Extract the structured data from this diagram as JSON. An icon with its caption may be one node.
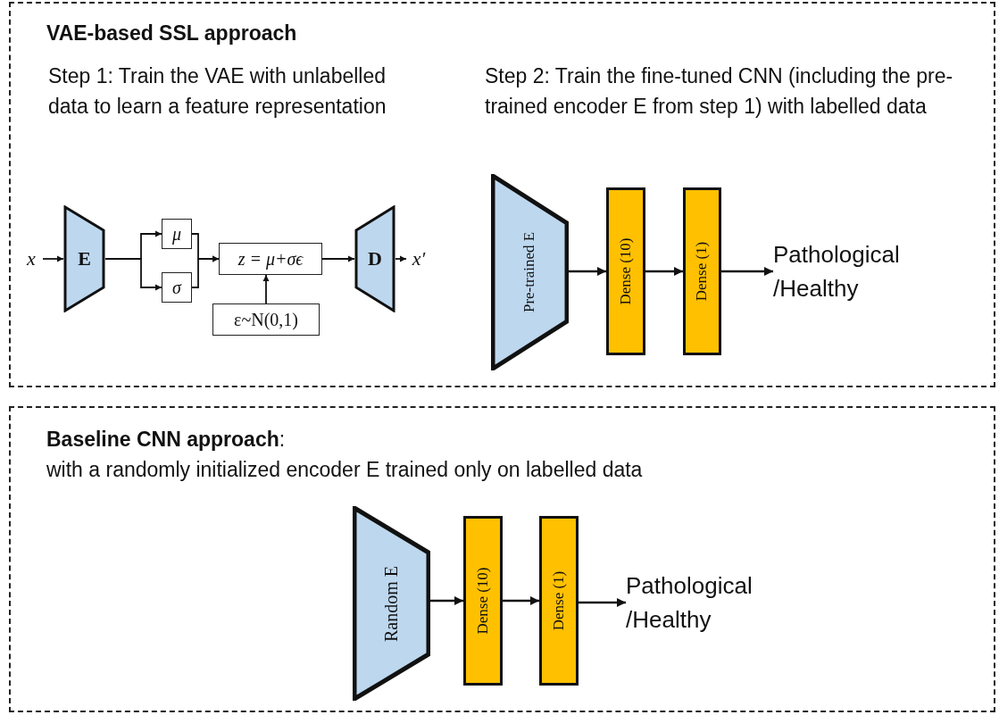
{
  "diagram": {
    "nodes": [
      {
        "text": [
          "VAE-based SSL approach",
          "Step 1: Train the VAE with unlabelled data to learn a feature representation",
          "Step 2: Train the fine-tuned CNN (including the pre-trained encoder E from step 1) with labelled data"
        ]
      },
      {
        "text": [
          "x"
        ],
        "in": 0
      },
      {
        "text": [
          "E"
        ],
        "in": 0
      },
      {
        "text": [
          "μ"
        ],
        "in": 0
      },
      {
        "text": [
          "σ"
        ],
        "in": 0
      },
      {
        "text": [
          "z = μ+σϵ"
        ],
        "in": 0
      },
      {
        "text": [
          "ε~N(0,1)"
        ],
        "in": 0
      },
      {
        "text": [
          "D"
        ],
        "in": 0
      },
      {
        "text": [
          "x′"
        ],
        "in": 0
      },
      {
        "text": [
          "Pre-trained E"
        ],
        "in": 0
      },
      {
        "text": [
          "Dense (10)"
        ],
        "in": 0
      },
      {
        "text": [
          "Dense (1)"
        ],
        "in": 0
      },
      {
        "text": [
          "Pathological /Healthy"
        ],
        "in": 0
      },
      {
        "text": [
          "**Baseline CNN approach**:",
          "with a randomly initialized encoder E trained only on labelled data"
        ]
      },
      {
        "text": [
          "Random E"
        ],
        "in": 13
      },
      {
        "text": [
          "Dense (10)"
        ],
        "in": 13
      },
      {
        "text": [
          "Dense (1)"
        ],
        "in": 13
      },
      {
        "text": [
          "Pathological /Healthy"
        ],
        "in": 13
      }
    ],
    "edges": [
      {
        "from": 1,
        "to": 2,
        "arrow": "to"
      },
      {
        "from": 2,
        "to": 3,
        "arrow": "to"
      },
      {
        "from": 2,
        "to": 4,
        "arrow": "to"
      },
      {
        "from": 3,
        "to": 5,
        "arrow": "to"
      },
      {
        "from": 4,
        "to": 5,
        "arrow": "to"
      },
      {
        "from": 6,
        "to": 5,
        "arrow": "to"
      },
      {
        "from": 5,
        "to": 7,
        "arrow": "to"
      },
      {
        "from": 7,
        "to": 8,
        "arrow": "to"
      },
      {
        "from": 9,
        "to": 10,
        "arrow": "to"
      },
      {
        "from": 10,
        "to": 11,
        "arrow": "to"
      },
      {
        "from": 11,
        "to": 12,
        "arrow": "to"
      },
      {
        "from": 14,
        "to": 15,
        "arrow": "to"
      },
      {
        "from": 15,
        "to": 16,
        "arrow": "to"
      },
      {
        "from": 16,
        "to": 17,
        "arrow": "to"
      }
    ]
  }
}
